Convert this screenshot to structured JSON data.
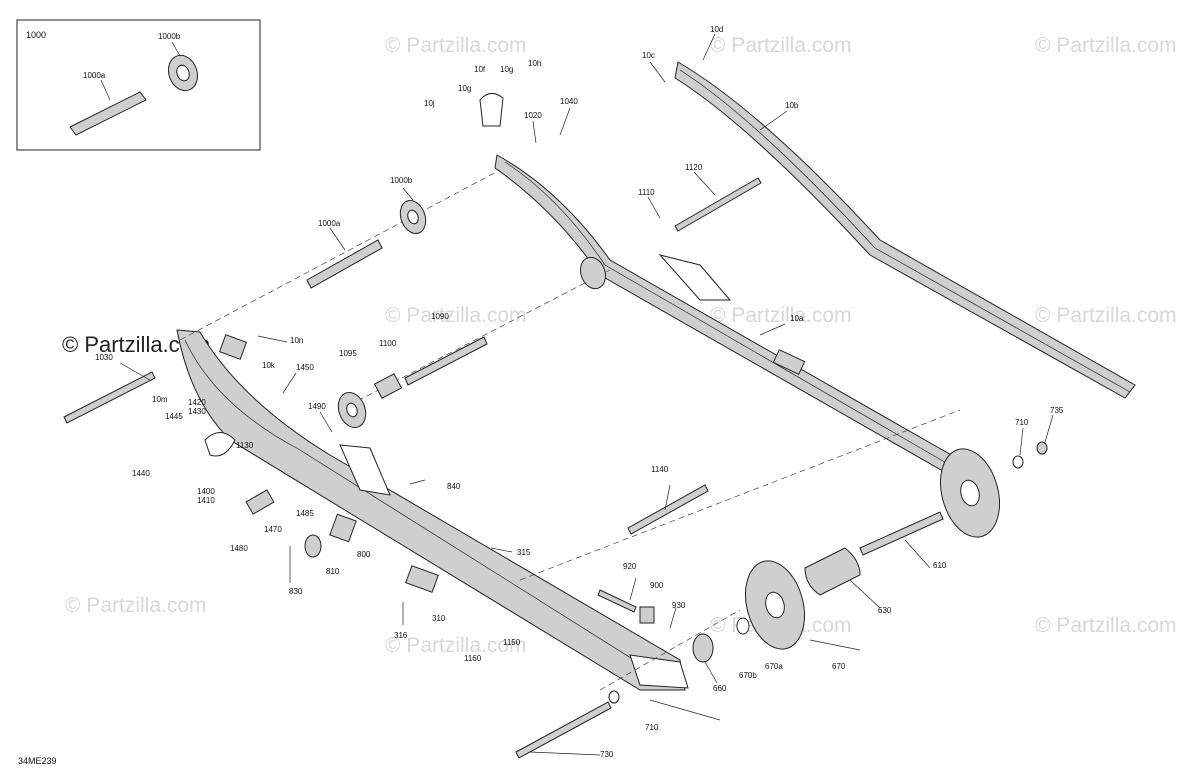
{
  "diagram": {
    "code": "34ME239",
    "watermark": "© Partzilla.com",
    "watermark_main": "© Partzilla.com",
    "inset": {
      "title": "1000",
      "labels": [
        "1000a",
        "1000b"
      ]
    },
    "labels": {
      "l1000b": "1000b",
      "l1000a": "1000a",
      "l10a": "10a",
      "l10b": "10b",
      "l10c": "10c",
      "l10d": "10d",
      "l10f": "10f",
      "l10g1": "10g",
      "l10g2": "10g",
      "l10h": "10h",
      "l10j": "10j",
      "l10k": "10k",
      "l10m": "10m",
      "l10n": "10n",
      "l1020": "1020",
      "l1040": "1040",
      "l1110": "1110",
      "l1120": "1120",
      "l1090": "1090",
      "l1100": "1100",
      "l1095": "1095",
      "l1030": "1030",
      "l1450": "1450",
      "l1490": "1490",
      "l1445": "1445",
      "l1420": "1420",
      "l1430": "1430",
      "l1440": "1440",
      "l1130": "1130",
      "l1400": "1400",
      "l1410": "1410",
      "l840": "840",
      "l1485": "1485",
      "l1470": "1470",
      "l1480": "1480",
      "l800": "800",
      "l810": "810",
      "l830": "830",
      "l315": "315",
      "l1140": "1140",
      "l920": "920",
      "l900": "900",
      "l930": "930",
      "l310": "310",
      "l316": "316",
      "l1160": "1160",
      "l1150": "1150",
      "l660": "660",
      "l670b": "670b",
      "l670a": "670a",
      "l670": "670",
      "l630": "630",
      "l610": "610",
      "l710a": "710",
      "l735": "735",
      "l710b": "710",
      "l730": "730"
    }
  }
}
